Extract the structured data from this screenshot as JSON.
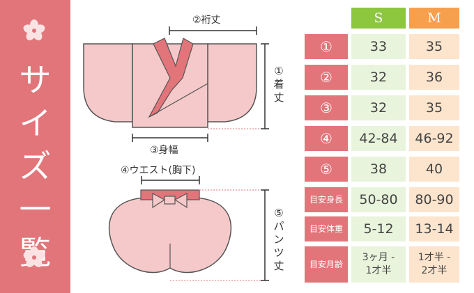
{
  "sidebar": {
    "title_chars": [
      "サ",
      "イ",
      "ズ",
      "一",
      "覧"
    ]
  },
  "illustration": {
    "sleeve_label": "②裄丈",
    "length_label_top": "①",
    "length_label_chars": [
      "着",
      "丈"
    ],
    "body_width_label": "③身幅",
    "waist_label": "④ウエスト(胸下)",
    "pants_label_top": "⑤",
    "pants_label_chars": [
      "パ",
      "ン",
      "ツ",
      "丈"
    ]
  },
  "table": {
    "header_s": "S",
    "header_m": "M",
    "rows": [
      {
        "label": "①",
        "s": "33",
        "m": "35"
      },
      {
        "label": "②",
        "s": "32",
        "m": "36"
      },
      {
        "label": "③",
        "s": "32",
        "m": "35"
      },
      {
        "label": "④",
        "s": "42-84",
        "m": "46-92"
      },
      {
        "label": "⑤",
        "s": "38",
        "m": "40"
      },
      {
        "label": "目安身長",
        "s": "50-80",
        "m": "80-90"
      },
      {
        "label": "目安体重",
        "s": "5-12",
        "m": "13-14"
      },
      {
        "label": "目安月齢",
        "s1": "3ヶ月 -",
        "s2": "1才半",
        "m1": "1才半 -",
        "m2": "2才半"
      }
    ]
  },
  "colors": {
    "accent": "#e2757a",
    "garment": "#f5c9c9",
    "header_s": "#8dc63f",
    "header_m": "#f6a04e",
    "cell_s": "#e9f4dc",
    "cell_m": "#fde4cd"
  }
}
